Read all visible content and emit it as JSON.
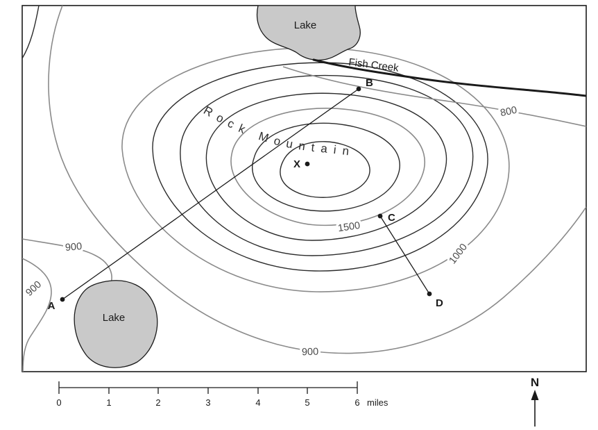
{
  "colors": {
    "ink": "#1a1a1a",
    "contour": "#2b2b2b",
    "index_contour": "#8a8a8a",
    "lake_fill": "#c9c9c9",
    "background": "#ffffff"
  },
  "map": {
    "top_lake_label": "Lake",
    "bottom_lake_label": "Lake",
    "creek_label": "Fish Creek",
    "mountain_label": "Rock Mountain",
    "contour_labels": {
      "creekside_800": "800",
      "left_upper_900": "900",
      "left_lower_900": "900",
      "bottom_900": "900",
      "right_1000": "1000",
      "inner_1500": "1500"
    },
    "points": {
      "a": "A",
      "b": "B",
      "c": "C",
      "d": "D",
      "x": "X"
    }
  },
  "scale_bar": {
    "ticks": [
      "0",
      "1",
      "2",
      "3",
      "4",
      "5",
      "6"
    ],
    "unit_label": "miles"
  },
  "compass": {
    "north_label": "N"
  }
}
